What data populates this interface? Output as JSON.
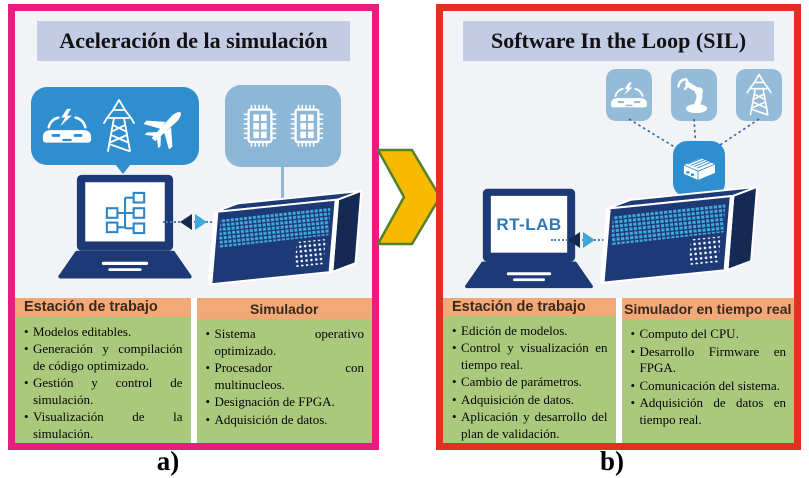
{
  "panel_a": {
    "title": "Aceleración de la simulación",
    "caption": "a)",
    "columns": [
      {
        "header": "Estación de trabajo",
        "items": [
          "Modelos editables.",
          "Generación y compilación de código optimizado.",
          "Gestión y control de simulación.",
          "Visualización de la simulación."
        ]
      },
      {
        "header": "Simulador",
        "items": [
          "Sistema operativo optimizado.",
          "Procesador con multinucleos.",
          "Designación de FPGA.",
          "Adquisición de datos."
        ]
      }
    ]
  },
  "panel_b": {
    "title": "Software In the Loop (SIL)",
    "caption": "b)",
    "laptop_screen_text": "RT-LAB",
    "columns": [
      {
        "header": "Estación de trabajo",
        "items": [
          "Edición de modelos.",
          "Control y visualización en tiempo real.",
          "Cambio de parámetros.",
          "Adquisición de datos.",
          "Aplicación y desarrollo del plan de validación."
        ]
      },
      {
        "header": "Simulador en tiempo real",
        "items": [
          "Computo del CPU.",
          "Desarrollo Firmware en FPGA.",
          "Comunicación del sistema.",
          "Adquisición de datos en tiempo real."
        ]
      }
    ]
  },
  "icons": {
    "panel_a": [
      "electric-car-icon",
      "transmission-tower-icon",
      "airplane-icon",
      "cpu-chip-icon",
      "flowchart-icon",
      "laptop-icon",
      "data-exchange-arrows-icon",
      "server-icon"
    ],
    "panel_b": [
      "electric-car-icon",
      "robot-arm-icon",
      "transmission-tower-icon",
      "ecu-controller-icon",
      "laptop-icon",
      "data-exchange-arrows-icon",
      "server-icon"
    ],
    "between_panels": "chevron-right-arrow-icon"
  },
  "colors": {
    "panel_a_border": "#e91c80",
    "panel_b_border": "#e23120",
    "title_bg": "#c4cbe5",
    "accent_blue": "#2f8fce",
    "light_blue": "#94bcd9",
    "navy": "#1e3a76",
    "port_cyan": "#3fa9d9",
    "header_orange": "#f2a877",
    "list_green": "#abc97d",
    "arrow_yellow": "#f8ba00",
    "arrow_outline": "#55802a"
  }
}
